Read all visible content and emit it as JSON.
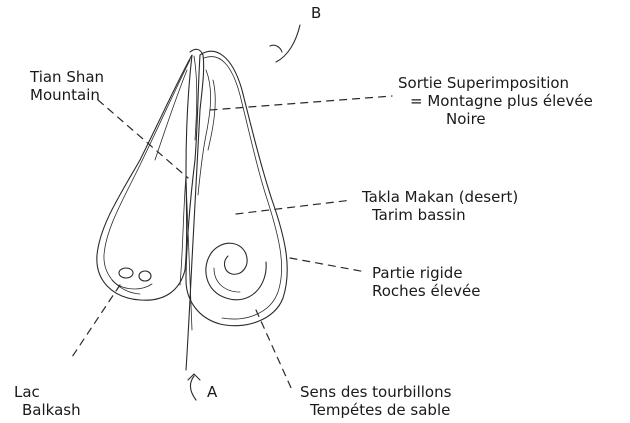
{
  "labels": {
    "b": "B",
    "a": "A",
    "tian_line1": "Tian Shan",
    "tian_line2": "Mountain",
    "sortie_line1": "Sortie Superimposition",
    "sortie_line2": "= Montagne plus élevée",
    "sortie_line3": "Noire",
    "takla_line1": "Takla Makan  (desert)",
    "takla_line2": "Tarim bassin",
    "partie_line1": "Partie rigide",
    "partie_line2": "Roches élevée",
    "lac_line1": "Lac",
    "lac_line2": "Balkash",
    "sens_line1": "Sens des tourbillons",
    "sens_line2": "Tempétes de sable"
  }
}
